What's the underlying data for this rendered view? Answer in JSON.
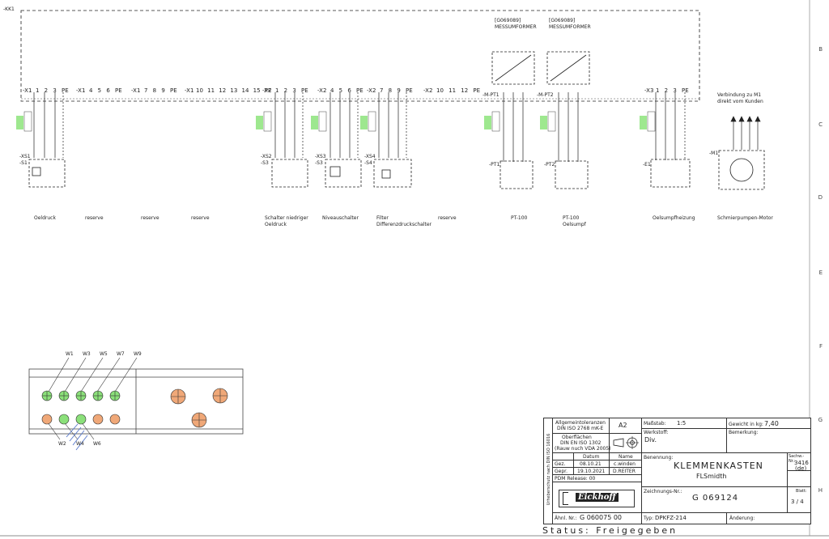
{
  "frame": {
    "box_label": "-KK1"
  },
  "row_letters": [
    "B",
    "C",
    "D",
    "E",
    "F",
    "G",
    "H"
  ],
  "transmitters": [
    {
      "id": "[G069089]",
      "name": "MESSUMFORMER"
    },
    {
      "id": "[G069089]",
      "name": "MESSUMFORMER"
    }
  ],
  "terminal_groups": [
    {
      "tag": "-X1",
      "nums": "1 2 3 PE"
    },
    {
      "tag": "-X1",
      "nums": "4 5 6 PE"
    },
    {
      "tag": "-X1",
      "nums": "7 8 9 PE"
    },
    {
      "tag": "-X1",
      "nums": "10 11 12 13 14 15 PE"
    },
    {
      "tag": "-X2",
      "nums": "1 2 3 PE"
    },
    {
      "tag": "-X2",
      "nums": "4 5 6 PE"
    },
    {
      "tag": "-X2",
      "nums": "7 8 9 PE"
    },
    {
      "tag": "-X2",
      "nums": "10 11 12 PE"
    },
    {
      "tag": "-X3",
      "nums": "1 2 3 PE"
    }
  ],
  "pt_tags": [
    "-M-PT1",
    "-M-PT2"
  ],
  "customer_note": [
    "Verbindung zu M1",
    "direkt vom Kunden"
  ],
  "device_tags": [
    "-XS1",
    "-S1",
    "-XS2",
    "-S3",
    "-XS3",
    "-S3",
    "-XS4",
    "-S4",
    "-PT1",
    "-PT2",
    "-E1",
    "-M1"
  ],
  "descriptions": [
    [
      "Oeldruck"
    ],
    [
      "reserve"
    ],
    [
      "reserve"
    ],
    [
      "reserve"
    ],
    [
      "Schalter niedriger",
      "Oeldruck"
    ],
    [
      "Niveauschalter"
    ],
    [
      "Filter",
      "Differenzdruckschalter"
    ],
    [
      "reserve"
    ],
    [
      "PT-100"
    ],
    [
      "PT-100",
      "Oelsumpf"
    ],
    [
      "Oelsumpfheizung"
    ],
    [
      "Schmierpumpen-Motor"
    ]
  ],
  "wires_top": [
    "W1",
    "W3",
    "W5",
    "W7",
    "W9"
  ],
  "wires_bottom": [
    "W2",
    "W4",
    "W6"
  ],
  "title_block": {
    "tolerances": [
      "Allgemeintoleranzen",
      "DIN ISO 2768 mK-E"
    ],
    "format": "A2",
    "surfaces": [
      "Oberflächen",
      "DIN EN ISO 1302",
      "(Rauw nuch VDA 2005)"
    ],
    "scale_label": "Maßstab:",
    "scale": "1:5",
    "weight_label": "Gewicht in kg:",
    "weight": "7,40",
    "material_label": "Werkstoff:",
    "material": "Div.",
    "remarks_label": "Bemerkung:",
    "date_header": "Datum",
    "name_header": "Name",
    "drawn_label": "Gez.",
    "drawn_date": "08.10.21",
    "drawn_name": "c.winden",
    "checked_label": "Gepr.",
    "checked_date": "19.10.2021",
    "checked_name": "D.REITER",
    "pdm": "PDM Release: 00",
    "designation_label": "Benennung:",
    "title": "KLEMMENKASTEN",
    "subtitle": "FLSmidth",
    "item_no_label": "Sachw.-Nr.:",
    "item_no": "3416",
    "item_lang": "(de)",
    "drawing_no_label": "Zeichnungs-Nr.:",
    "drawing_no": "G 069124",
    "sheet_label": "Blatt:",
    "sheet": "3 / 4",
    "similar_label": "Ähnl. Nr.:",
    "similar_no": "G 060075 00",
    "type_label": "Typ:",
    "type": "DPKFZ-214",
    "change_label": "Änderung:",
    "company": "Eickhoff",
    "copyright": "Urheberschutz nach DIN ISO 16016"
  },
  "status": "Status: Freigegeben"
}
